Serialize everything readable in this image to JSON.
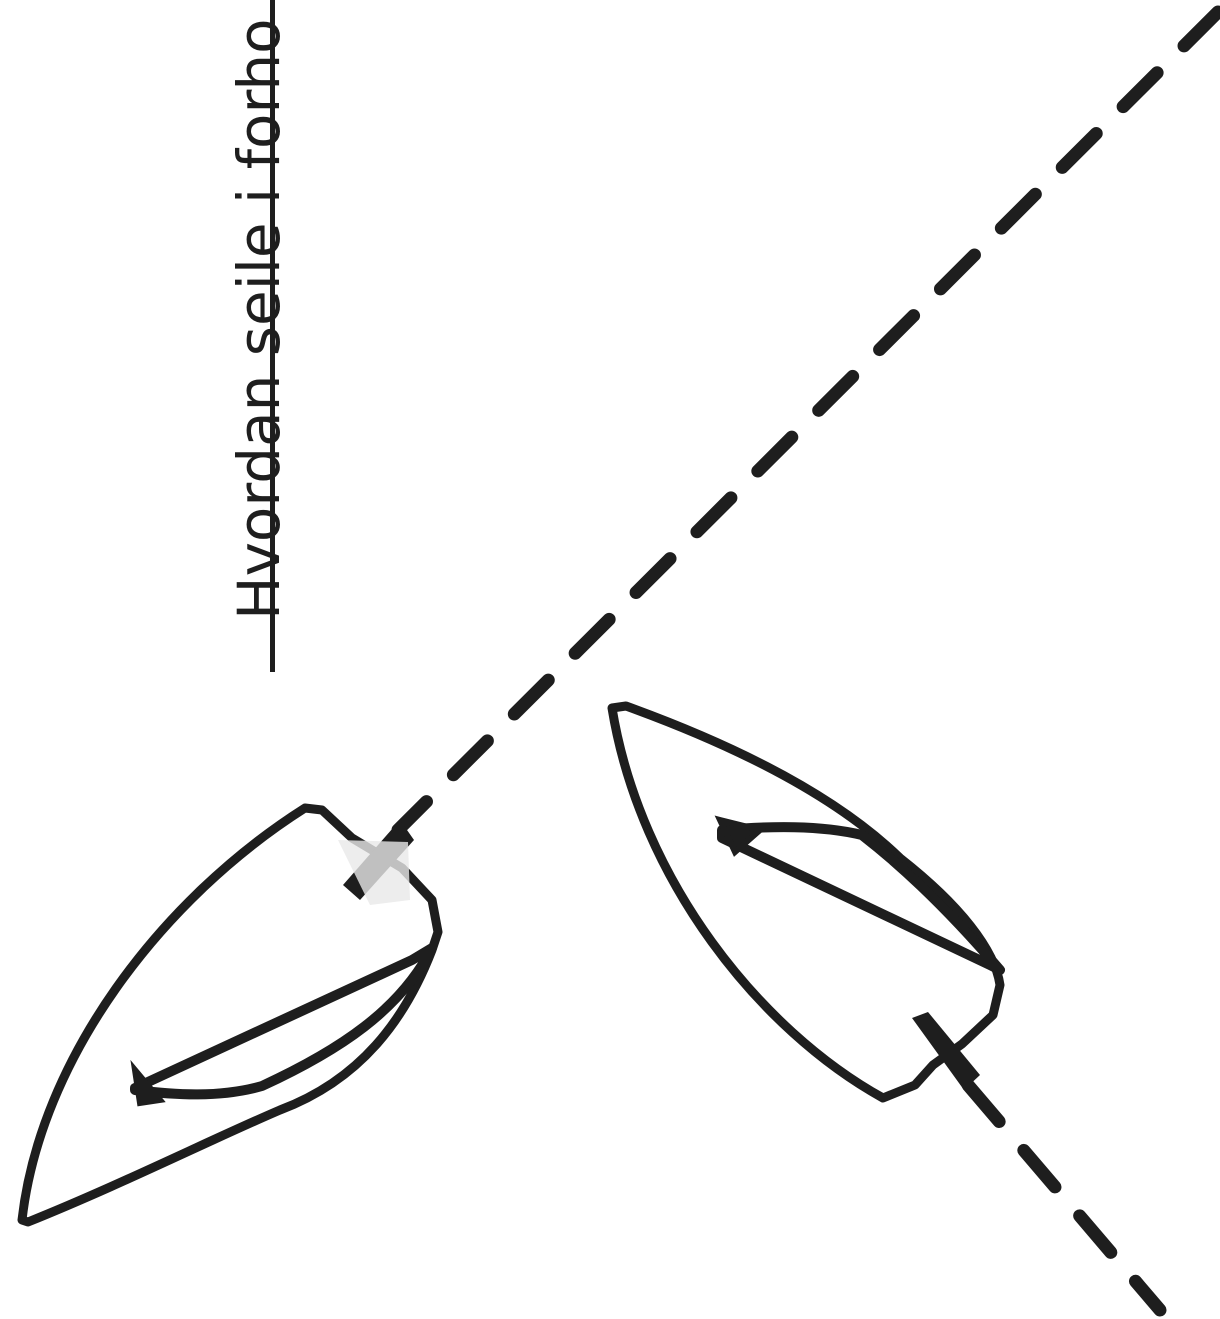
{
  "heading": {
    "text": "Hvordan seile i forho"
  },
  "colors": {
    "ink": "#1e1e1e",
    "background": "#ffffff"
  },
  "figure": {
    "boats": [
      {
        "name": "lower-left-boat"
      },
      {
        "name": "right-boat"
      }
    ],
    "line_style": "dashed"
  }
}
